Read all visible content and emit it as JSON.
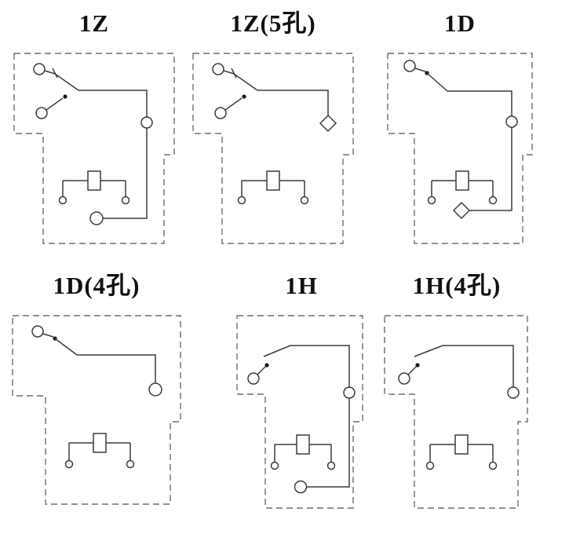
{
  "canvas": {
    "background": "#ffffff",
    "line_color": "#3c3c3c",
    "outline_color": "#6e6e6e",
    "label_color": "#111111"
  },
  "diagrams": [
    {
      "id": "1z",
      "label": "1Z"
    },
    {
      "id": "1z-5k",
      "label": "1Z(5孔)"
    },
    {
      "id": "1d",
      "label": "1D"
    },
    {
      "id": "1d-4k",
      "label": "1D(4孔)"
    },
    {
      "id": "1h",
      "label": "1H"
    },
    {
      "id": "1h-4k",
      "label": "1H(4孔)"
    }
  ]
}
